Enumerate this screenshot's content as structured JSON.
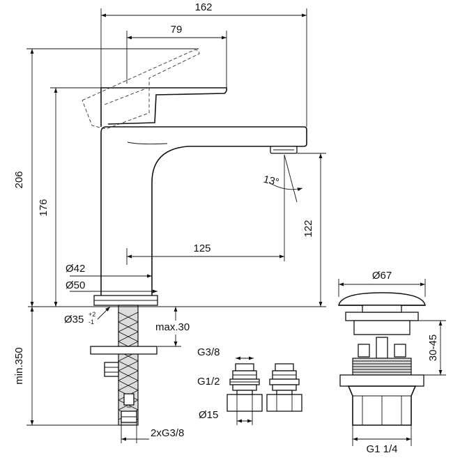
{
  "dimensions": {
    "d162": "162",
    "d79": "79",
    "d206": "206",
    "d176": "176",
    "d122": "122",
    "d125": "125",
    "angle": "13°",
    "d42": "Ø42",
    "d50": "Ø50",
    "d35": "Ø35",
    "d35_tol_plus": "+2",
    "d35_tol_minus": "-1",
    "max30": "max.30",
    "min350": "min.350",
    "hose": "2xG3/8",
    "g38": "G3/8",
    "g12": "G1/2",
    "d15": "Ø15",
    "d67": "Ø67",
    "range3045": "30-45",
    "g114": "G1 1/4"
  }
}
